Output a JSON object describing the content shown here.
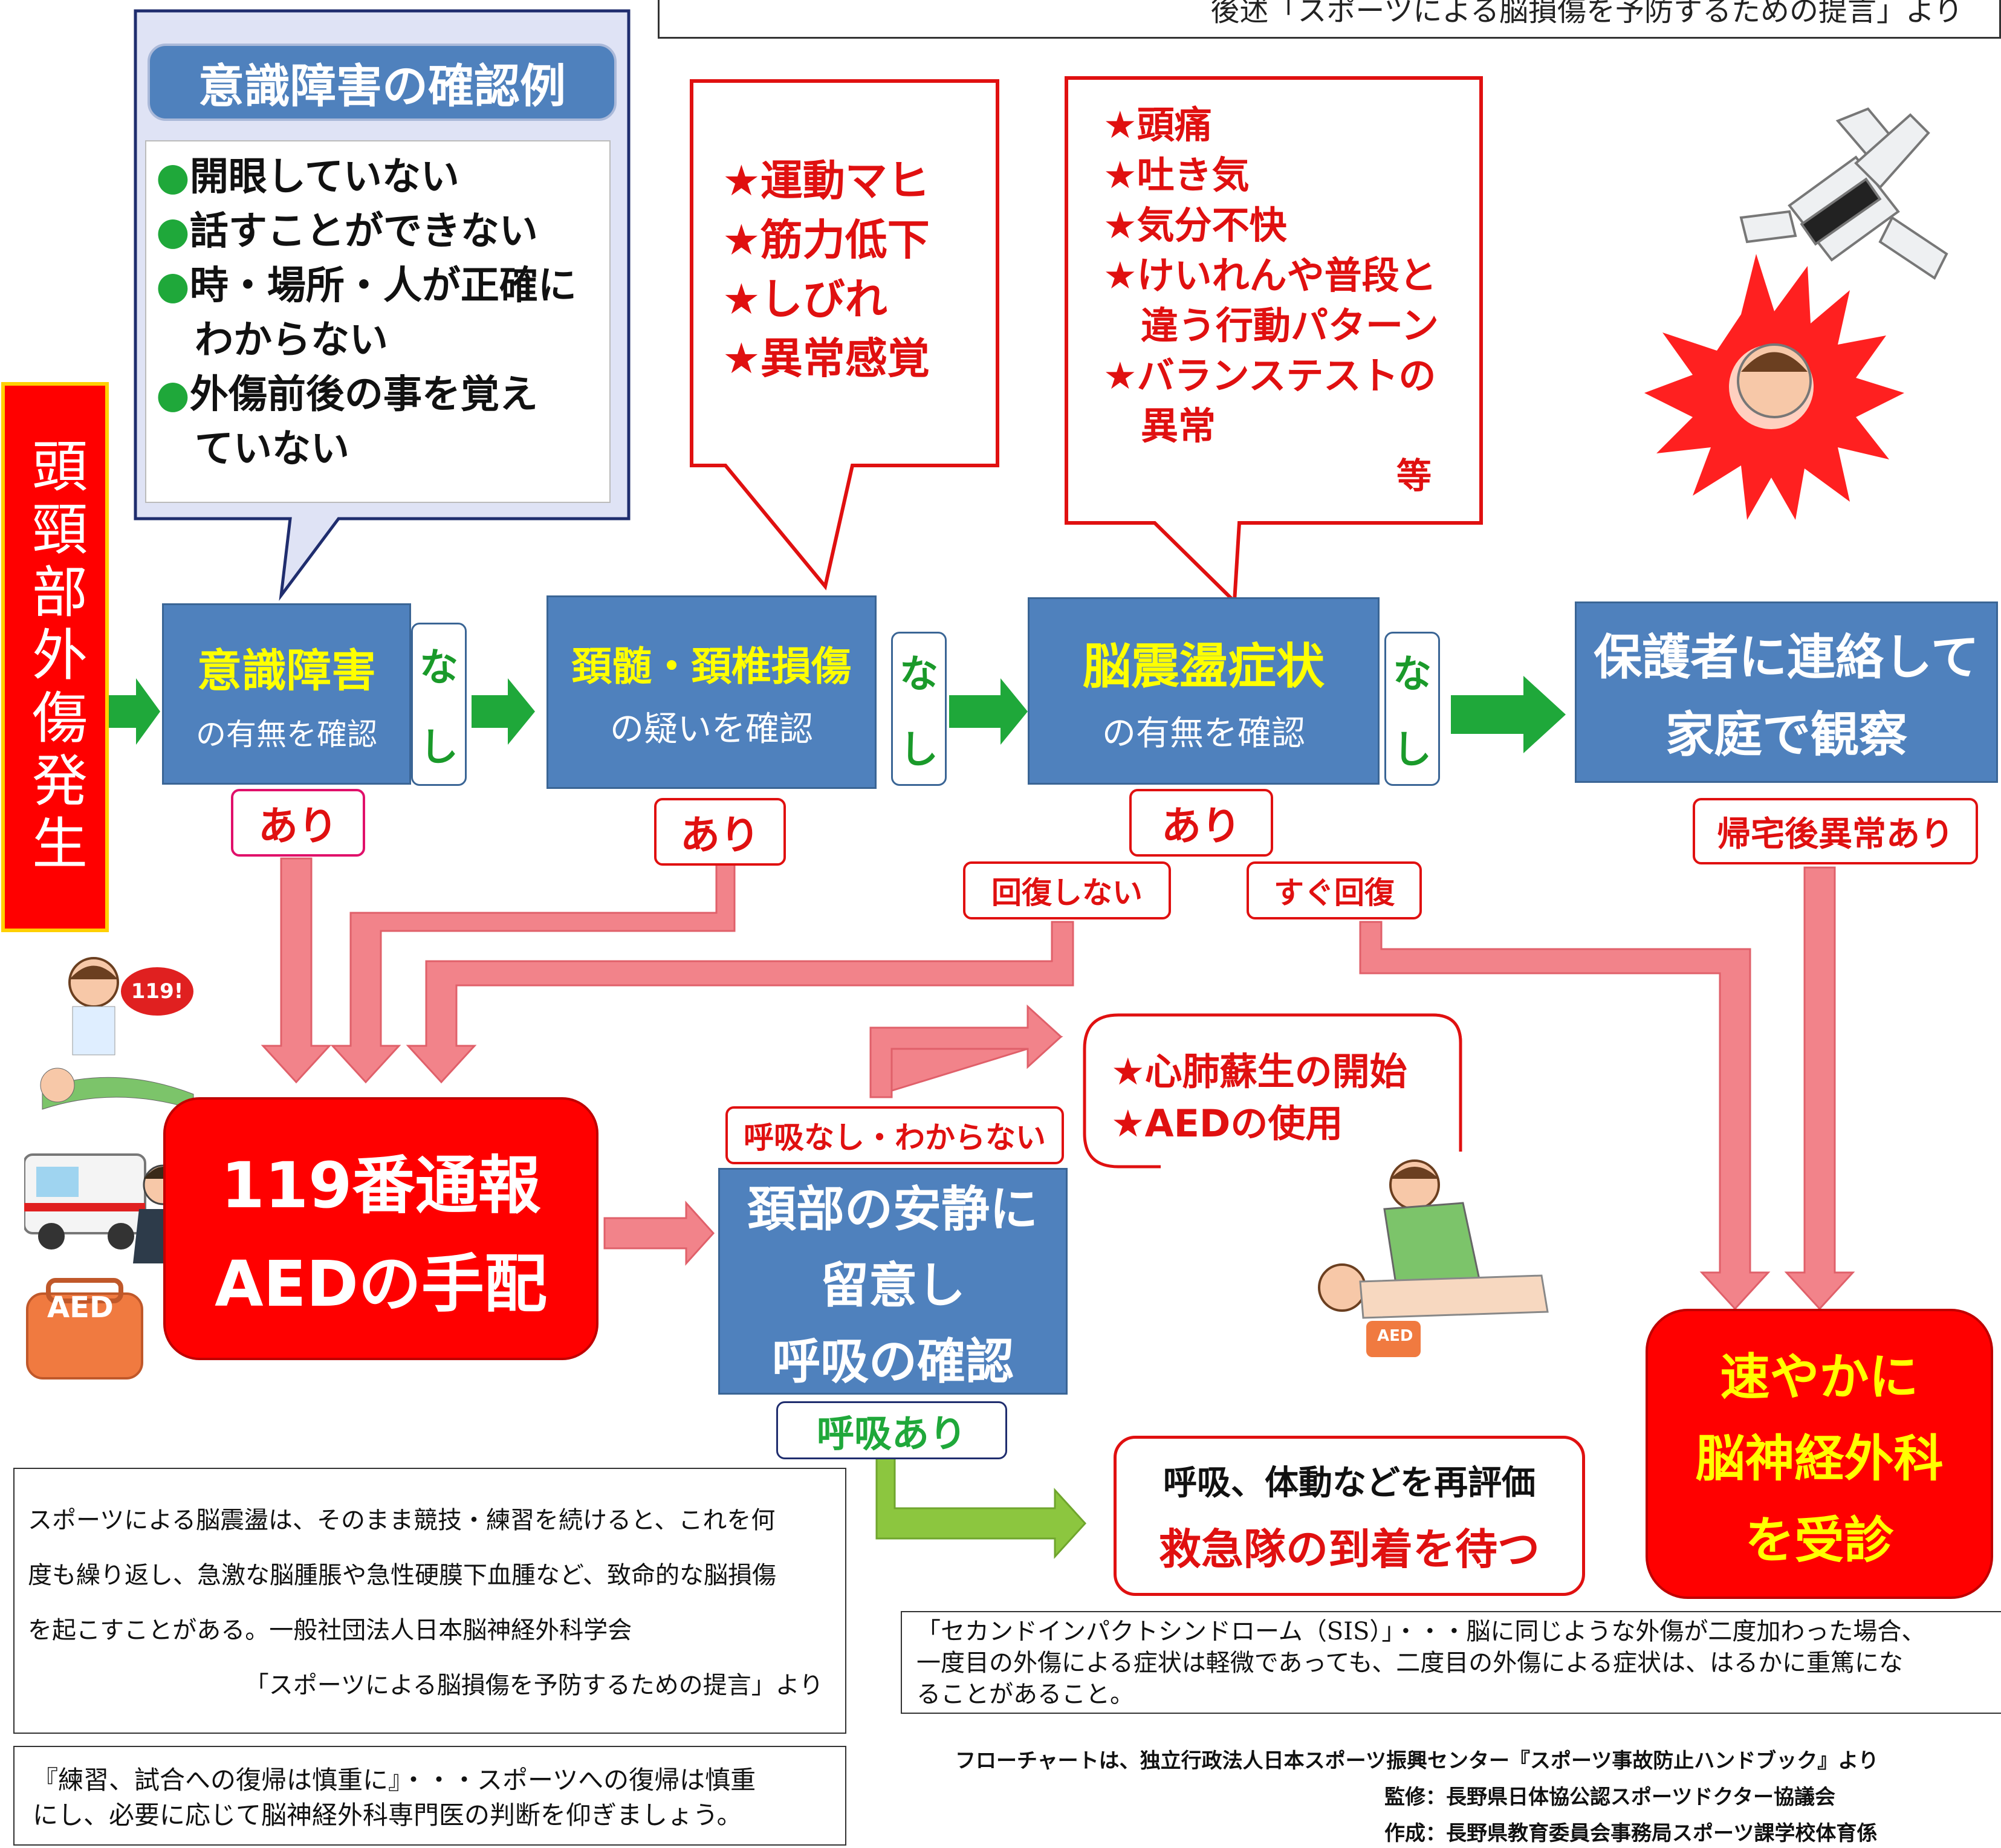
{
  "header_note": "後述「スポーツによる脳損傷を予防するための提言」より",
  "title_vertical": "頭頸部外傷発生",
  "consciousness_examples": {
    "title": "意識障害の確認例",
    "items": [
      "●開眼していない",
      "●話すことができない",
      "●時・場所・人が正確に",
      "　わからない",
      "●外傷前後の事を覚え",
      "　ていない"
    ]
  },
  "spinal_symptoms": [
    "★運動マヒ",
    "★筋力低下",
    "★しびれ",
    "★異常感覚"
  ],
  "concussion_symptoms": {
    "items": [
      "★頭痛",
      "★吐き気",
      "★気分不快",
      "★けいれんや普段と",
      "　違う行動パターン",
      "★バランステストの",
      "　異常"
    ],
    "etc": "等"
  },
  "steps": [
    {
      "main": "意識障害",
      "sub": "の有無を確認"
    },
    {
      "main": "頚髄・頚椎損傷",
      "sub": "の疑いを確認"
    },
    {
      "main": "脳震盪症状",
      "sub": "の有無を確認"
    },
    {
      "main": "保護者に連絡して",
      "sub": "家庭で観察"
    }
  ],
  "nashi": [
    "な",
    "し"
  ],
  "ari": "あり",
  "recover_no": "回復しない",
  "recover_yes": "すぐ回復",
  "abnormal_home": "帰宅後異常あり",
  "call_box": {
    "line1": "119番通報",
    "line2": "AEDの手配"
  },
  "neck_box": {
    "line1": "頚部の安静に",
    "line2": "留意し",
    "line3": "呼吸の確認"
  },
  "no_breath": "呼吸なし・わからない",
  "breath_yes": "呼吸あり",
  "cpr_callout": [
    "★心肺蘇生の開始",
    "★AEDの使用"
  ],
  "wait_box": {
    "line1": "呼吸、体動などを再評価",
    "line2": "救急隊の到着を待つ"
  },
  "neuro_box": {
    "line1": "速やかに",
    "line2": "脳神経外科",
    "line3": "を受診"
  },
  "aed_label": "AED",
  "badge_119": "119!",
  "note_concussion": {
    "lines": [
      "スポーツによる脳震盪は、そのまま競技・練習を続けると、これを何",
      "度も繰り返し、急激な脳腫脹や急性硬膜下血腫など、致命的な脳損傷",
      "を起こすことがある。一般社団法人日本脳神経外科学会"
    ],
    "source": "「スポーツによる脳損傷を予防するための提言」より"
  },
  "note_sis": [
    "「セカンドインパクトシンドローム（SIS）」・・・脳に同じような外傷が二度加わった場合、",
    "一度目の外傷による症状は軽微であっても、二度目の外傷による症状は、はるかに重篤にな",
    "ることがあること。"
  ],
  "note_return": [
    "『練習、試合への復帰は慎重に』・・・スポーツへの復帰は慎重",
    "にし、必要に応じて脳神経外科専門医の判断を仰ぎましょう。"
  ],
  "credits": [
    "フローチャートは、独立行政法人日本スポーツ振興センター『スポーツ事故防止ハンドブック』より",
    "監修：長野県日体協公認スポーツドクター協議会",
    "作成：長野県教育委員会事務局スポーツ課学校体育係"
  ],
  "colors": {
    "box_blue": "#4f81bd",
    "emergency_red": "#ff0000",
    "arrow_green": "#1fa83a",
    "arrow_pink": "#f2838a",
    "arrow_lightgreen": "#8cc63f",
    "text_red": "#e01010",
    "text_yellow": "#ffff00"
  }
}
